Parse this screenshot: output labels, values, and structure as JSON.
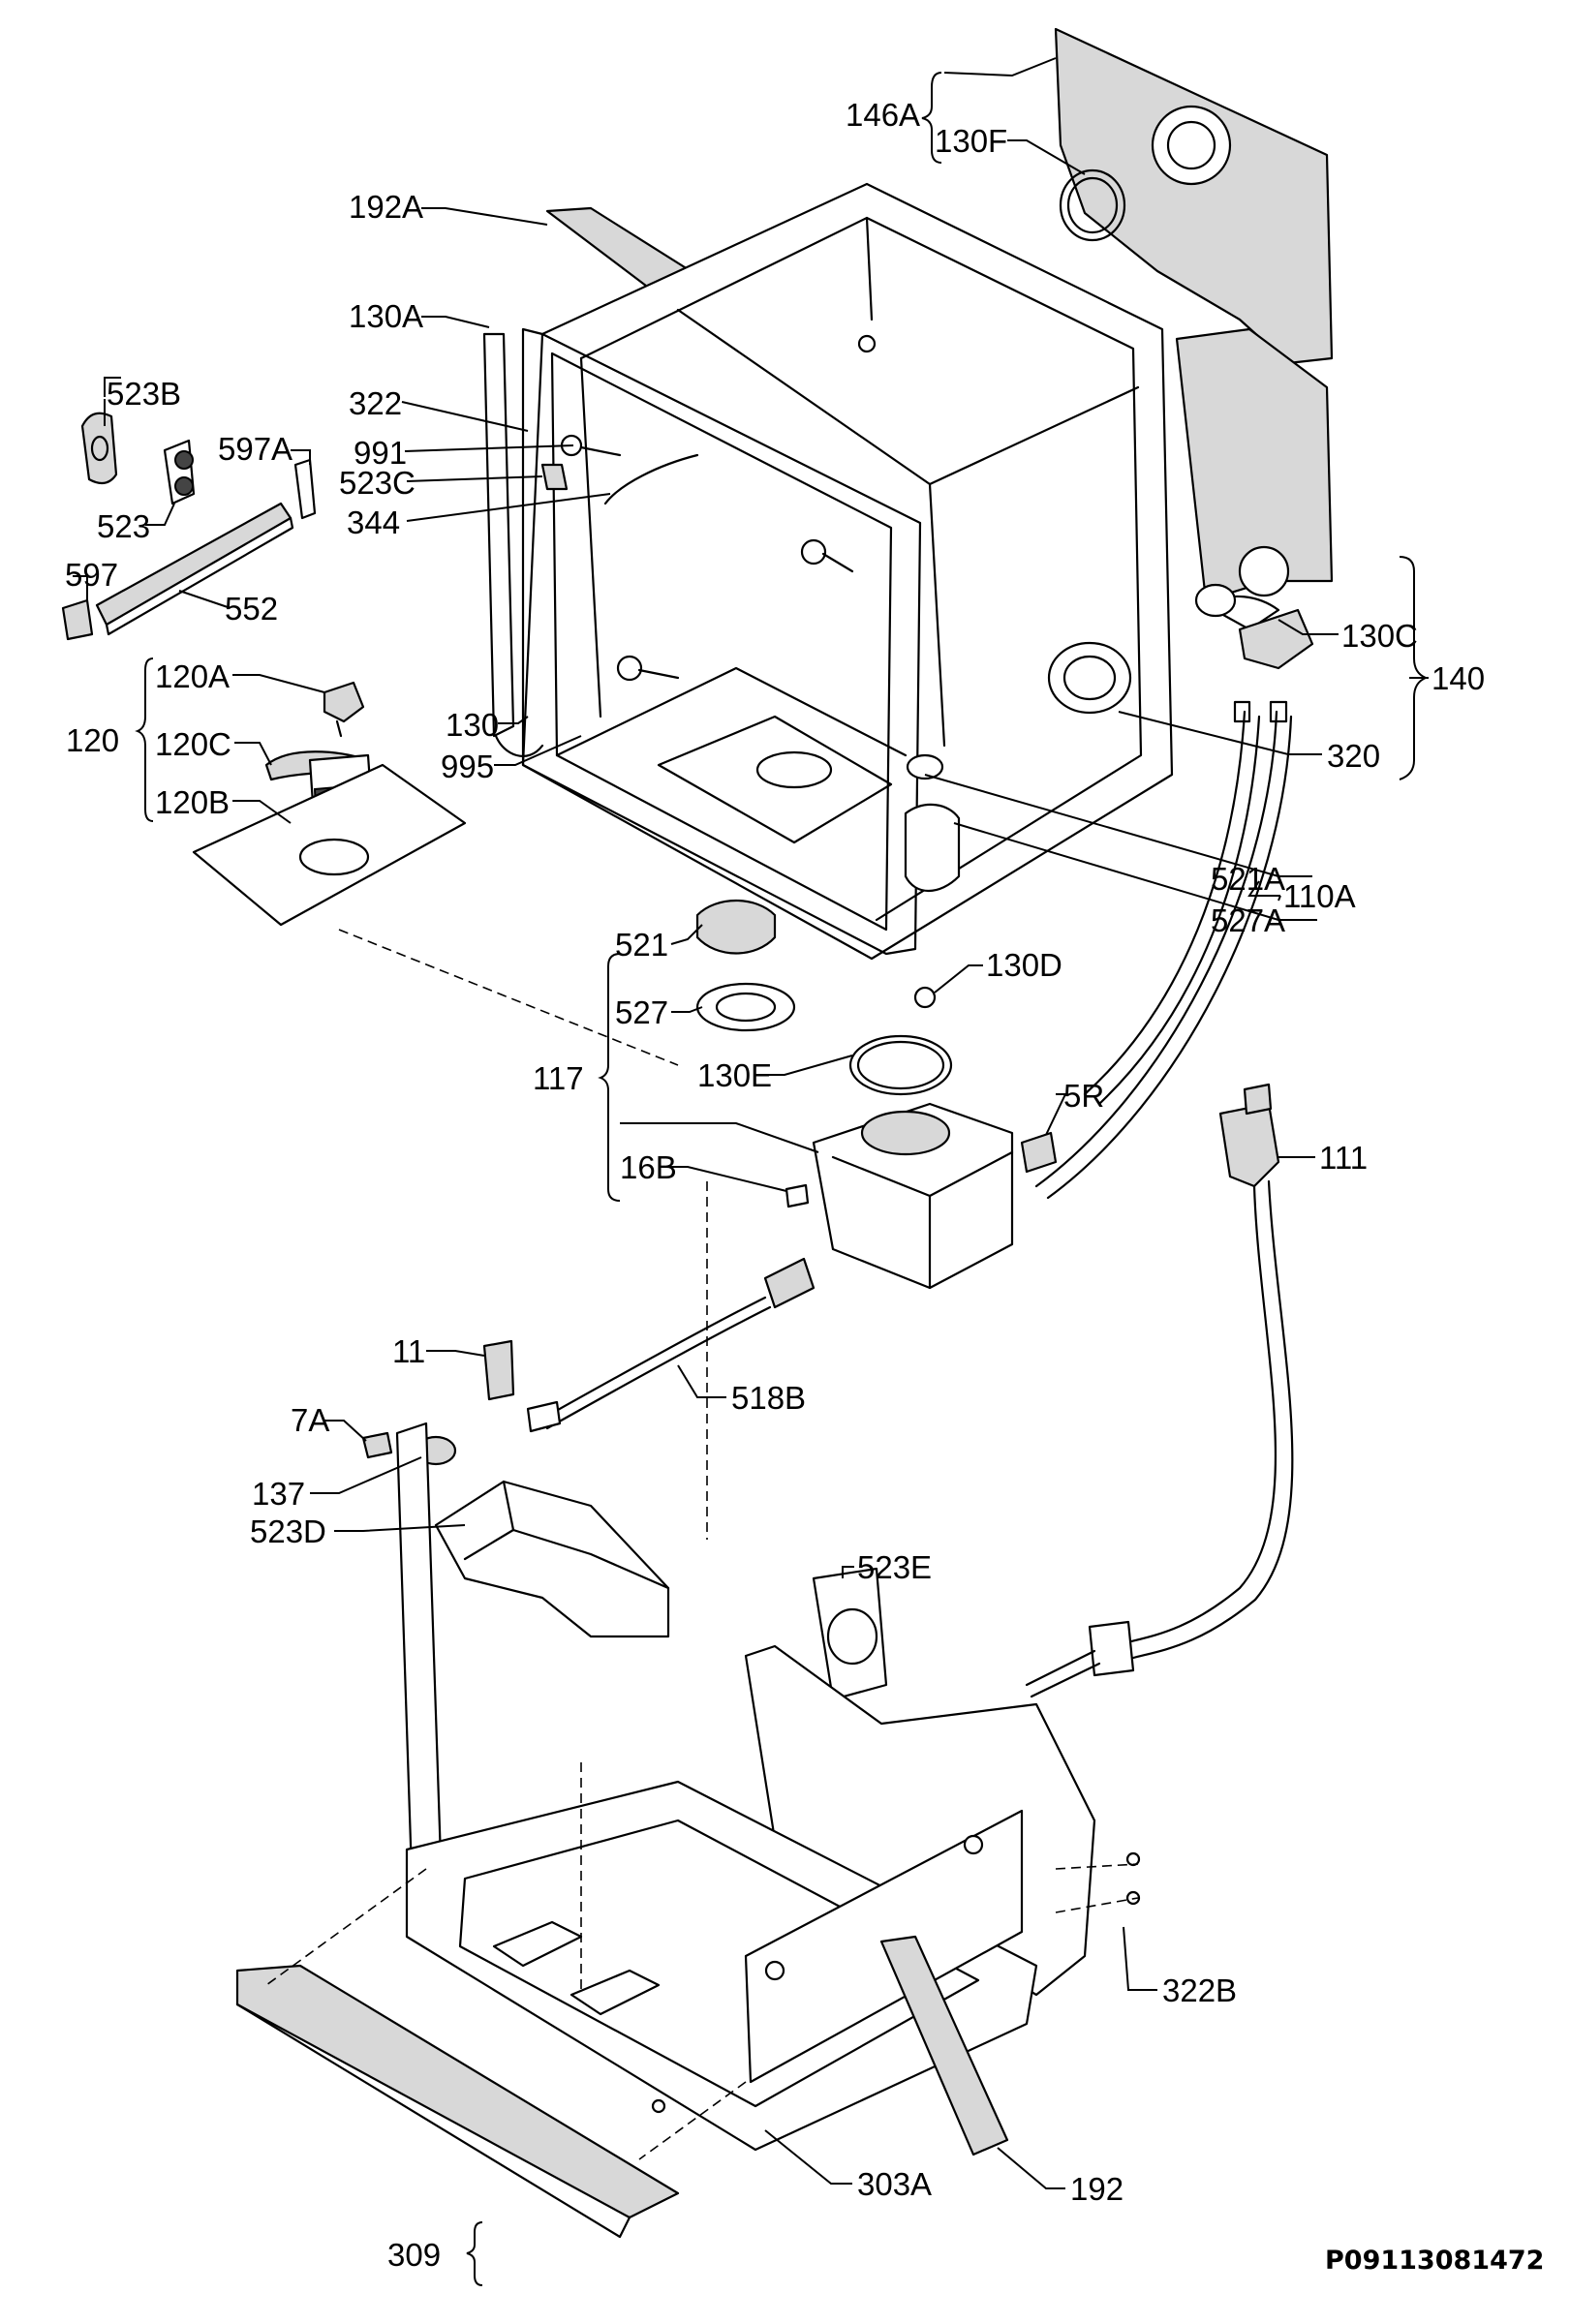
{
  "labels": {
    "l146A": "146A",
    "l130F": "130F",
    "l192A": "192A",
    "l130A": "130A",
    "l523B": "523B",
    "l597A": "597A",
    "l322": "322",
    "l991": "991",
    "l523C": "523C",
    "l523": "523",
    "l344": "344",
    "l597": "597",
    "l552": "552",
    "l120A": "120A",
    "l120": "120",
    "l120C": "120C",
    "l120B": "120B",
    "l130": "130",
    "l995": "995",
    "l130C": "130C",
    "l140": "140",
    "l320": "320",
    "l521A": "521A",
    "l527A": "527A",
    "l110A": "110A",
    "l521": "521",
    "l130D": "130D",
    "l527": "527",
    "l117": "117",
    "l130E": "130E",
    "l5R": "5R",
    "l111": "111",
    "l16B": "16B",
    "l11": "11",
    "l518B": "518B",
    "l7A": "7A",
    "l137": "137",
    "l523D": "523D",
    "l523E": "523E",
    "l322B": "322B",
    "l303A": "303A",
    "l192": "192",
    "l309": "309"
  },
  "reference_code": "P09113081472"
}
